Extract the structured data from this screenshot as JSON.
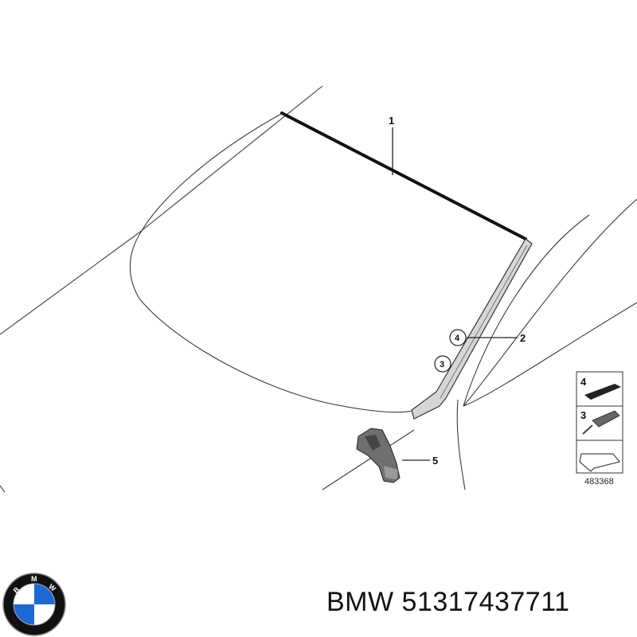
{
  "diagram": {
    "callouts": {
      "c1": "1",
      "c2": "2",
      "c3": "3",
      "c4": "4",
      "c5": "5"
    },
    "legend": {
      "item4": "4",
      "item3": "3"
    },
    "reference_number": "483368"
  },
  "part": {
    "label": "BMW 51317437711"
  },
  "logo": {
    "letters": [
      "B",
      "M",
      "W"
    ],
    "colors": {
      "blue": "#1c69d4",
      "white": "#ffffff",
      "ring": "#111111"
    }
  }
}
